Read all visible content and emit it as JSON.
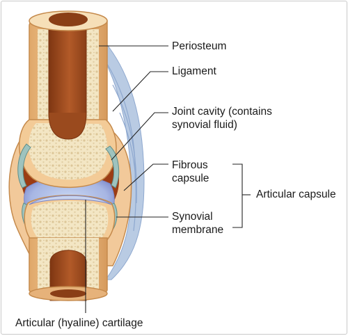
{
  "labels": {
    "periosteum": "Periosteum",
    "ligament": "Ligament",
    "joint_cavity": "Joint cavity (contains\nsynovial fluid)",
    "fibrous_capsule": "Fibrous\ncapsule",
    "synovial_membrane": "Synovial\nmembrane",
    "articular_capsule": "Articular capsule",
    "articular_cartilage": "Articular (hyaline) cartilage"
  },
  "colors": {
    "bone_outer": "#f0c590",
    "bone_edge": "#c58a4c",
    "spongy_bone": "#f3e6c4",
    "spongy_dots": "#d8c090",
    "marrow": "#9a4a1e",
    "marrow_light": "#c26b35",
    "synovial_membrane": "#9ec3be",
    "cartilage": "#c9d4ee",
    "ligament": "#a9bfdc",
    "leader_line": "#222222"
  }
}
